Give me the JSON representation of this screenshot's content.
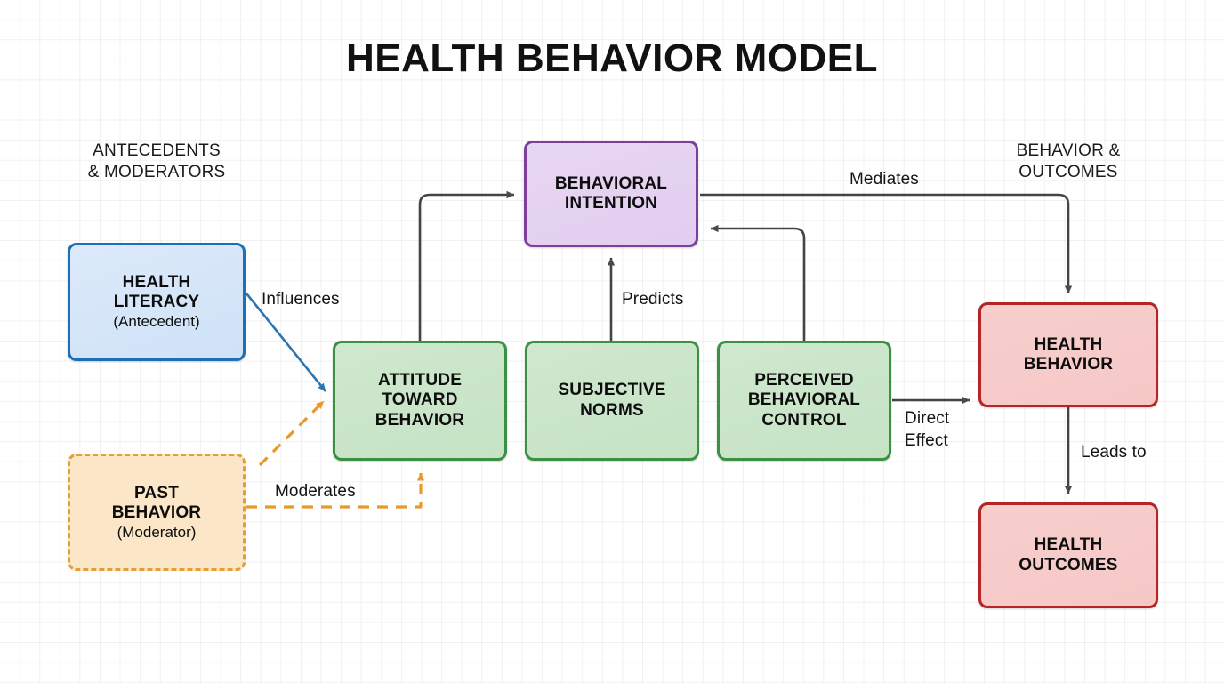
{
  "title": "HEALTH BEHAVIOR MODEL",
  "sections": {
    "left": {
      "line1": "ANTECEDENTS",
      "line2": "& MODERATORS"
    },
    "right": {
      "line1": "BEHAVIOR &",
      "line2": "OUTCOMES"
    }
  },
  "nodes": {
    "health_literacy": {
      "line1": "HEALTH",
      "line2": "LITERACY",
      "sub": "(Antecedent)",
      "color": "#1f6fb4",
      "fill": "#d5e6f8"
    },
    "past_behavior": {
      "line1": "PAST",
      "line2": "BEHAVIOR",
      "sub": "(Moderator)",
      "color": "#e2a033",
      "fill": "#fce6c8"
    },
    "attitude": {
      "line1": "ATTITUDE",
      "line2": "TOWARD",
      "line3": "BEHAVIOR",
      "color": "#3d8f46",
      "fill": "#cae5c9"
    },
    "subjective_norms": {
      "line1": "SUBJECTIVE",
      "line2": "NORMS",
      "color": "#3d8f46",
      "fill": "#cae5c9"
    },
    "perceived_control": {
      "line1": "PERCEIVED",
      "line2": "BEHAVIORAL",
      "line3": "CONTROL",
      "color": "#3d8f46",
      "fill": "#cae5c9"
    },
    "behavioral_intention": {
      "line1": "BEHAVIORAL",
      "line2": "INTENTION",
      "color": "#7b3f9d",
      "fill": "#e4d2f1"
    },
    "health_behavior": {
      "line1": "HEALTH",
      "line2": "BEHAVIOR",
      "color": "#b52525",
      "fill": "#f6cbc9"
    },
    "health_outcomes": {
      "line1": "HEALTH",
      "line2": "OUTCOMES",
      "color": "#b52525",
      "fill": "#f6cbc9"
    }
  },
  "edges": {
    "influences": {
      "label": "Influences",
      "from": "health_literacy",
      "to": "attitude",
      "style": "solid",
      "color": "#2f74ad"
    },
    "moderates_diagonal": {
      "label": "",
      "from": "past_behavior",
      "to": "attitude",
      "style": "dashed",
      "color": "#e8992b"
    },
    "moderates": {
      "label": "Moderates",
      "from": "past_behavior",
      "to": "attitude",
      "style": "dashed",
      "color": "#e8992b"
    },
    "attitude_to_intention": {
      "label": "",
      "from": "attitude",
      "to": "behavioral_intention",
      "style": "solid",
      "color": "#444444"
    },
    "predicts": {
      "label": "Predicts",
      "from": "subjective_norms",
      "to": "behavioral_intention",
      "style": "solid",
      "color": "#444444"
    },
    "control_to_intention": {
      "label": "",
      "from": "perceived_control",
      "to": "behavioral_intention",
      "style": "solid",
      "color": "#444444"
    },
    "mediates": {
      "label": "Mediates",
      "from": "behavioral_intention",
      "to": "health_behavior",
      "style": "solid",
      "color": "#444444"
    },
    "direct_effect": {
      "label1": "Direct",
      "label2": "Effect",
      "from": "perceived_control",
      "to": "health_behavior",
      "style": "solid",
      "color": "#444444"
    },
    "leads_to": {
      "label": "Leads to",
      "from": "health_behavior",
      "to": "health_outcomes",
      "style": "solid",
      "color": "#444444"
    }
  }
}
